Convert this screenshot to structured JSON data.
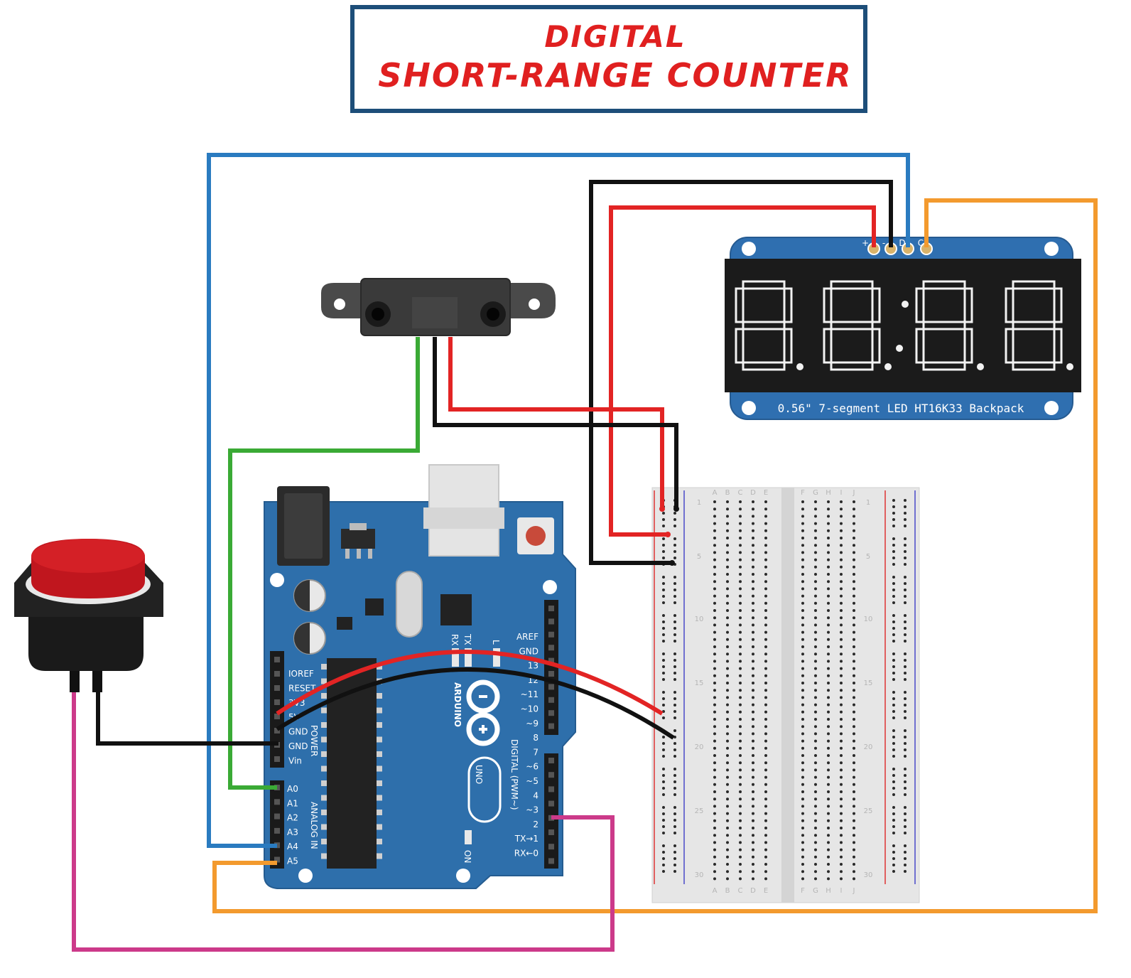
{
  "title": {
    "line1": "DIGITAL",
    "line2": "SHORT-RANGE COUNTER",
    "text_color": "#e02020",
    "border_color": "#1d4e79"
  },
  "display": {
    "label": "0.56\" 7-segment LED HT16K33 Backpack",
    "digits": "8888",
    "pin_labels": [
      "+",
      "-",
      "D",
      "C"
    ],
    "pcb_color": "#2f6fb0"
  },
  "arduino": {
    "brand": "ARDUINO",
    "model": "UNO",
    "power_header": [
      "IOREF",
      "RESET",
      "3V3",
      "5V",
      "GND",
      "GND",
      "Vin"
    ],
    "power_label": "POWER",
    "analog_header": [
      "A0",
      "A1",
      "A2",
      "A3",
      "A4",
      "A5"
    ],
    "analog_label": "ANALOG IN",
    "digital_header": [
      "AREF",
      "GND",
      "13",
      "12",
      "~11",
      "~10",
      "~9",
      "8",
      "7",
      "~6",
      "~5",
      "4",
      "~3",
      "2",
      "TX→1",
      "RX←0"
    ],
    "digital_label": "DIGITAL (PWM~)",
    "on_label": "ON",
    "tx_label": "TX",
    "rx_label": "RX",
    "l_label": "L",
    "pcb_color": "#2e6fab"
  },
  "breadboard": {
    "col_labels_left": [
      "A",
      "B",
      "C",
      "D",
      "E"
    ],
    "col_labels_right": [
      "F",
      "G",
      "H",
      "I",
      "J"
    ],
    "row_labels": [
      "1",
      "5",
      "10",
      "15",
      "20",
      "25",
      "30"
    ]
  },
  "wires": {
    "blue": "#2a7bc0",
    "orange": "#f39a2e",
    "green": "#3aaa35",
    "red": "#e22424",
    "black": "#111111",
    "magenta": "#cc3a8a"
  }
}
